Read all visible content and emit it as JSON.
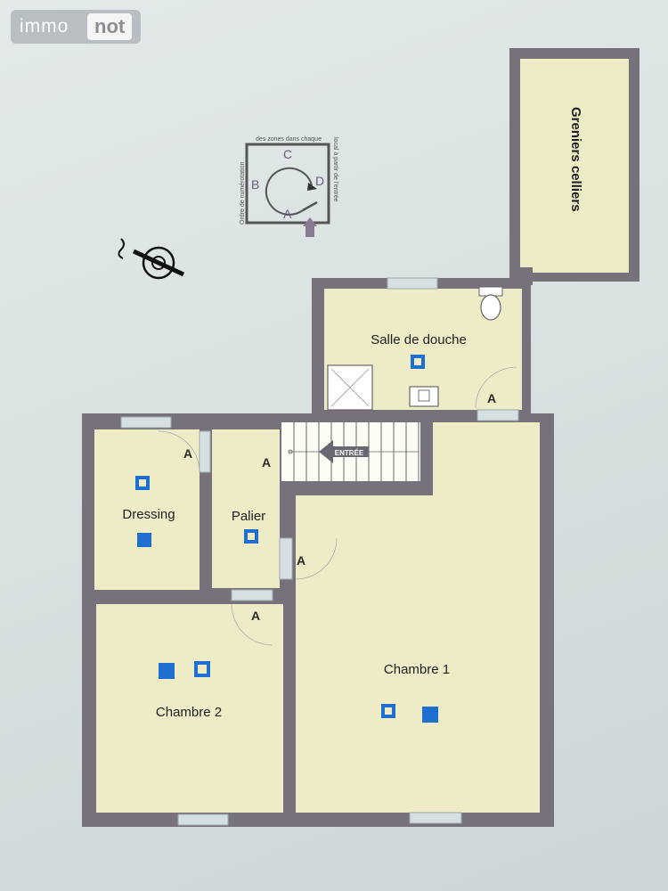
{
  "logo": {
    "left_text": "immo",
    "right_text": "not"
  },
  "legend": {
    "text_left": "Ordre de numérotation",
    "text_top": "des zones dans chaque",
    "text_right": "local à partir de l'entrée",
    "letters": [
      "C",
      "B",
      "D",
      "A"
    ]
  },
  "rooms": {
    "greniers": "Greniers celliers",
    "salle_de_douche": "Salle de douche",
    "dressing": "Dressing",
    "palier": "Palier",
    "chambre1": "Chambre 1",
    "chambre2": "Chambre 2"
  },
  "entry_label": "ENTRÉE",
  "door_letter": "A",
  "colors": {
    "wall": "#77717c",
    "floor": "#eeecc6",
    "marker": "#1f6fd1",
    "window": "#d6e0e2"
  }
}
